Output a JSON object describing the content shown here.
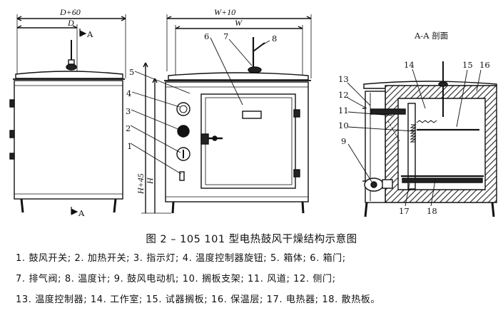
{
  "figure": {
    "caption": "图 2 – 105    101 型电热鼓风干燥结构示意图",
    "legend_lines": [
      "1. 鼓风开关; 2. 加热开关; 3. 指示灯; 4. 温度控制器旋钮; 5. 箱体; 6. 箱门;",
      "7. 排气阀; 8. 温度计; 9. 鼓风电动机; 10. 搁板支架; 11. 风道; 12. 侧门;",
      "13. 温度控制器; 14. 工作室; 15. 试器搁板; 16. 保温层; 17. 电热器; 18. 散热板。"
    ]
  },
  "side_view": {
    "dim_outer": "D+60",
    "dim_inner": "D",
    "section_mark": "A"
  },
  "front_view": {
    "dim_outer": "W+10",
    "dim_inner": "W",
    "dim_h_outer": "H+45",
    "dim_h_inner": "H",
    "callouts": [
      "1",
      "2",
      "3",
      "4",
      "5",
      "6",
      "7",
      "8"
    ]
  },
  "section_view": {
    "title": "A-A 剖面",
    "callouts": [
      "9",
      "10",
      "11",
      "12",
      "13",
      "14",
      "15",
      "16",
      "17",
      "18"
    ]
  }
}
